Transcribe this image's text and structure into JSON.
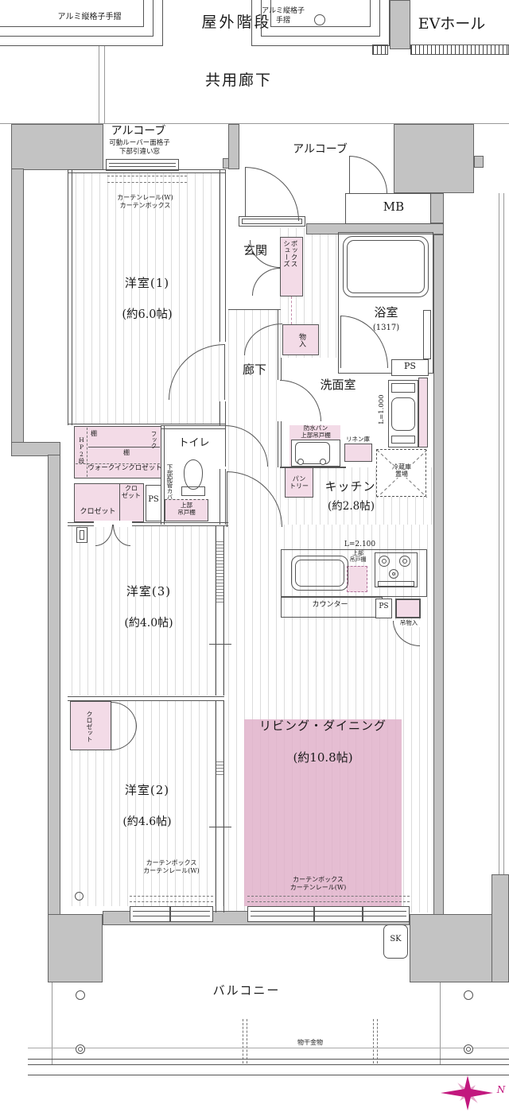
{
  "colors": {
    "wall_gray": "#c3c3c3",
    "storage_pink": "#f3dbe7",
    "ld_pink": "#e3bcd1",
    "compass_dark": "#c2187e",
    "compass_light": "#e4a7c9"
  },
  "exterior": {
    "handrail_left": "アルミ縦格子手摺",
    "outdoor_stairs": "屋外階段",
    "handrail_right_l1": "アルミ縦格子",
    "handrail_right_l2": "手摺",
    "ev_hall": "EVホール",
    "shared_corridor": "共用廊下",
    "balcony": "バルコニー",
    "laundry_fitting": "物干金物",
    "sk": "SK",
    "north": "N"
  },
  "entry": {
    "alcove_left_title": "アルコーブ",
    "alcove_left_note1": "可動ルーバー面格子",
    "alcove_left_note2": "下部引違い窓",
    "alcove_right_title": "アルコーブ",
    "meter_box": "MB",
    "genkan": "玄関",
    "shoes_l1": "シューズ",
    "shoes_l2": "ボックス",
    "storage": "物入"
  },
  "hall": {
    "corridor": "廊下"
  },
  "toilet": {
    "name": "トイレ",
    "pipe_cover": "下部配管カバー",
    "cab_l1": "上部",
    "cab_l2": "吊戸棚"
  },
  "bath": {
    "name": "浴室",
    "size": "(1317)",
    "ps": "PS"
  },
  "washroom": {
    "name": "洗面室",
    "len": "L=1.000",
    "pan": "防水パン",
    "pan_cab": "上部吊戸棚",
    "linen": "リネン庫"
  },
  "kitchen": {
    "name": "キッチン",
    "size": "(約2.8帖)",
    "len": "L=2.100",
    "cab_l1": "上部",
    "cab_l2": "吊戸棚",
    "fridge_l1": "冷蔵庫",
    "fridge_l2": "置場",
    "pantry_l1": "パン",
    "pantry_l2": "トリー",
    "counter": "カウンター",
    "ps": "PS",
    "hanging": "吊物入"
  },
  "living": {
    "name": "リビング・ダイニング",
    "size": "(約10.8帖)",
    "curtain_l1": "カーテンボックス",
    "curtain_l2": "カーテンレール(W)"
  },
  "western1": {
    "name": "洋室(1)",
    "size": "(約6.0帖)",
    "curtain_l1": "カーテンレール(W)",
    "curtain_l2": "カーテンボックス"
  },
  "western2": {
    "name": "洋室(2)",
    "size": "(約4.6帖)",
    "curtain_l1": "カーテンボックス",
    "curtain_l2": "カーテンレール(W)",
    "closet": "クロゼット"
  },
  "western3": {
    "name": "洋室(3)",
    "size": "(約4.0帖)"
  },
  "storage": {
    "wic": "ウォークインクロゼット",
    "shelf_a": "棚",
    "hp": "HP2段",
    "hook": "フック",
    "shelf_b": "棚",
    "closet": "クロゼット",
    "closet_s_l1": "クロ",
    "closet_s_l2": "ゼット",
    "ps": "PS"
  }
}
